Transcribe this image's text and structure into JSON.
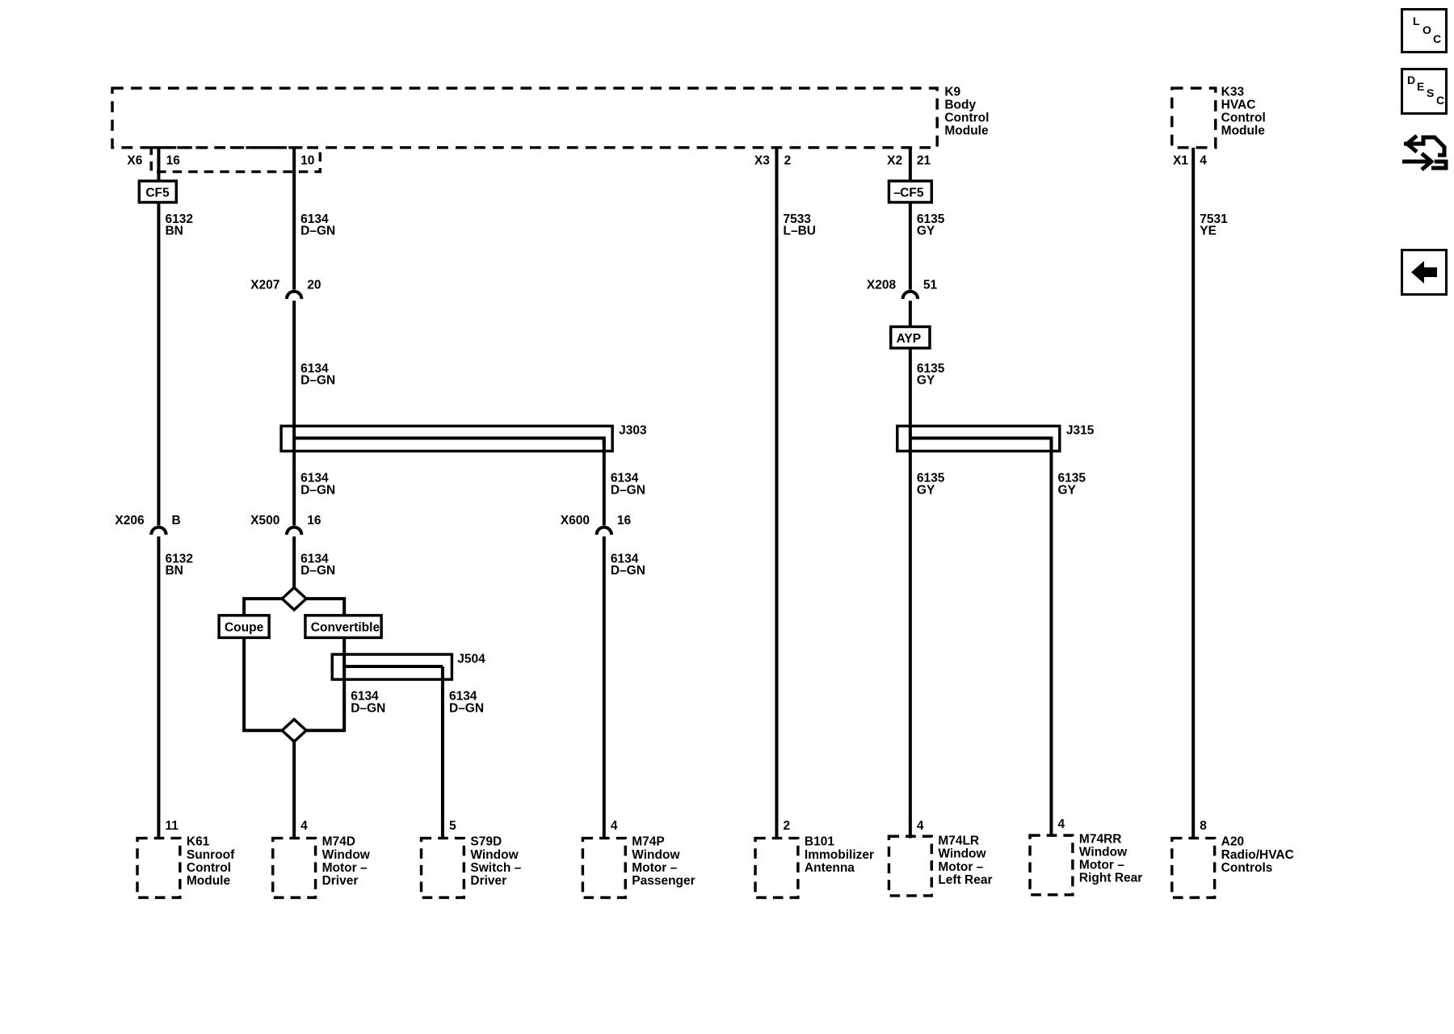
{
  "nav": {
    "loc": {
      "l1": "L",
      "l2": "O",
      "l3": "C"
    },
    "desc": {
      "l1": "D",
      "l2": "E",
      "l3": "S",
      "l4": "C"
    },
    "connector_icon": "connector-info-icon",
    "back_icon": "back-arrow-icon"
  },
  "modules": {
    "k9": {
      "lines": [
        "K9",
        "Body",
        "Control",
        "Module"
      ]
    },
    "k33": {
      "lines": [
        "K33",
        "HVAC",
        "Control",
        "Module"
      ]
    }
  },
  "pins": {
    "x6": "X6",
    "p16": "16",
    "p10": "10",
    "x3": "X3",
    "p2": "2",
    "x2": "X2",
    "p21": "21",
    "x1": "X1",
    "p4": "4"
  },
  "badges": {
    "cf5_left": "CF5",
    "cf5_right": "CF5",
    "ayp": "AYP"
  },
  "wires": {
    "w6132": {
      "num": "6132",
      "color": "BN"
    },
    "w6134": {
      "num": "6134",
      "color": "D–GN"
    },
    "w7533": {
      "num": "7533",
      "color": "L–BU"
    },
    "w6135": {
      "num": "6135",
      "color": "GY"
    },
    "w7531": {
      "num": "7531",
      "color": "YE"
    }
  },
  "inline_connectors": {
    "x207": {
      "name": "X207",
      "pin": "20"
    },
    "x208": {
      "name": "X208",
      "pin": "51"
    },
    "x206": {
      "name": "X206",
      "pin": "B"
    },
    "x500": {
      "name": "X500",
      "pin": "16"
    },
    "x600": {
      "name": "X600",
      "pin": "16"
    }
  },
  "splices": {
    "j303": "J303",
    "j315": "J315",
    "j504": "J504"
  },
  "options": {
    "coupe": "Coupe",
    "convertible": "Convertible"
  },
  "components": {
    "k61": {
      "pin": "11",
      "lines": [
        "K61",
        "Sunroof",
        "Control",
        "Module"
      ]
    },
    "m74d": {
      "pin": "4",
      "lines": [
        "M74D",
        "Window",
        "Motor –",
        "Driver"
      ]
    },
    "s79d": {
      "pin": "5",
      "lines": [
        "S79D",
        "Window",
        "Switch –",
        "Driver"
      ]
    },
    "m74p": {
      "pin": "4",
      "lines": [
        "M74P",
        "Window",
        "Motor –",
        "Passenger"
      ]
    },
    "b101": {
      "pin": "2",
      "lines": [
        "B101",
        "Immobilizer",
        "Antenna"
      ]
    },
    "m74lr": {
      "pin": "4",
      "lines": [
        "M74LR",
        "Window",
        "Motor –",
        "Left Rear"
      ]
    },
    "m74rr": {
      "pin": "4",
      "lines": [
        "M74RR",
        "Window",
        "Motor –",
        "Right Rear"
      ]
    },
    "a20": {
      "pin": "8",
      "lines": [
        "A20",
        "Radio/HVAC",
        "Controls"
      ]
    }
  }
}
